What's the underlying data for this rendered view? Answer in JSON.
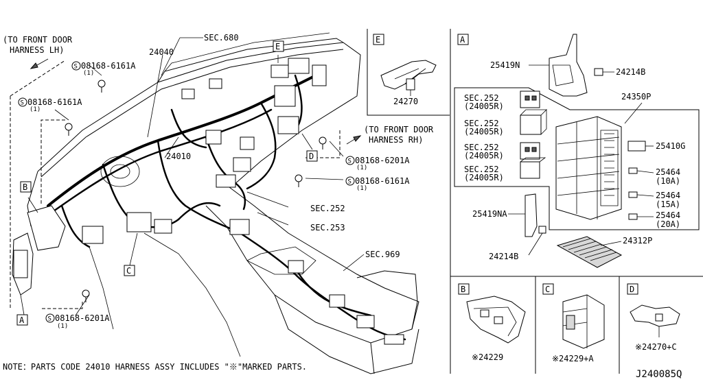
{
  "labels": {
    "to_front_door_lh_1": "(TO FRONT DOOR",
    "to_front_door_lh_2": "HARNESS LH)",
    "to_front_door_rh_1": "(TO FRONT DOOR",
    "to_front_door_rh_2": "HARNESS RH)",
    "sec_680": "SEC.680",
    "p24040": "24040",
    "p24010": "24010",
    "bolt_6161a_top": "08168-6161A",
    "bolt_6161a_left": "08168-6161A",
    "bolt_6201a_right": "08168-6201A",
    "bolt_6161a_right": "08168-6161A",
    "bolt_6201a_bottom": "08168-6201A",
    "qty_1": "(1)",
    "sec_252": "SEC.252",
    "sec_253": "SEC.253",
    "sec_969": "SEC.969",
    "callout_a": "A",
    "callout_b": "B",
    "callout_c": "C",
    "callout_d": "D",
    "callout_e": "E",
    "s_mark": "S"
  },
  "panel_e": {
    "letter": "E",
    "part": "24270"
  },
  "panel_a": {
    "letter": "A",
    "parts": {
      "p25419n": "25419N",
      "p24214b_top": "24214B",
      "p24350p": "24350P",
      "p25410g": "25410G",
      "p25464_1": "25464",
      "p25464_1_amp": "(10A)",
      "p25464_2": "25464",
      "p25464_2_amp": "(15A)",
      "p25464_3": "25464",
      "p25464_3_amp": "(20A)",
      "p25419na": "25419NA",
      "p24214b_bottom": "24214B",
      "p24312p": "24312P"
    },
    "relays": [
      {
        "sec": "SEC.252",
        "code": "(24005R)"
      },
      {
        "sec": "SEC.252",
        "code": "(24005R)"
      },
      {
        "sec": "SEC.252",
        "code": "(24005R)"
      },
      {
        "sec": "SEC.252",
        "code": "(24005R)"
      }
    ]
  },
  "panel_b": {
    "letter": "B",
    "part": "※24229"
  },
  "panel_c": {
    "letter": "C",
    "part": "※24229+A"
  },
  "panel_d": {
    "letter": "D",
    "part": "※24270+C"
  },
  "note": "NOTE：PARTS CODE  24010  HARNESS ASSY INCLUDES \"※\"MARKED PARTS.",
  "diagram_code": "J240085Q"
}
